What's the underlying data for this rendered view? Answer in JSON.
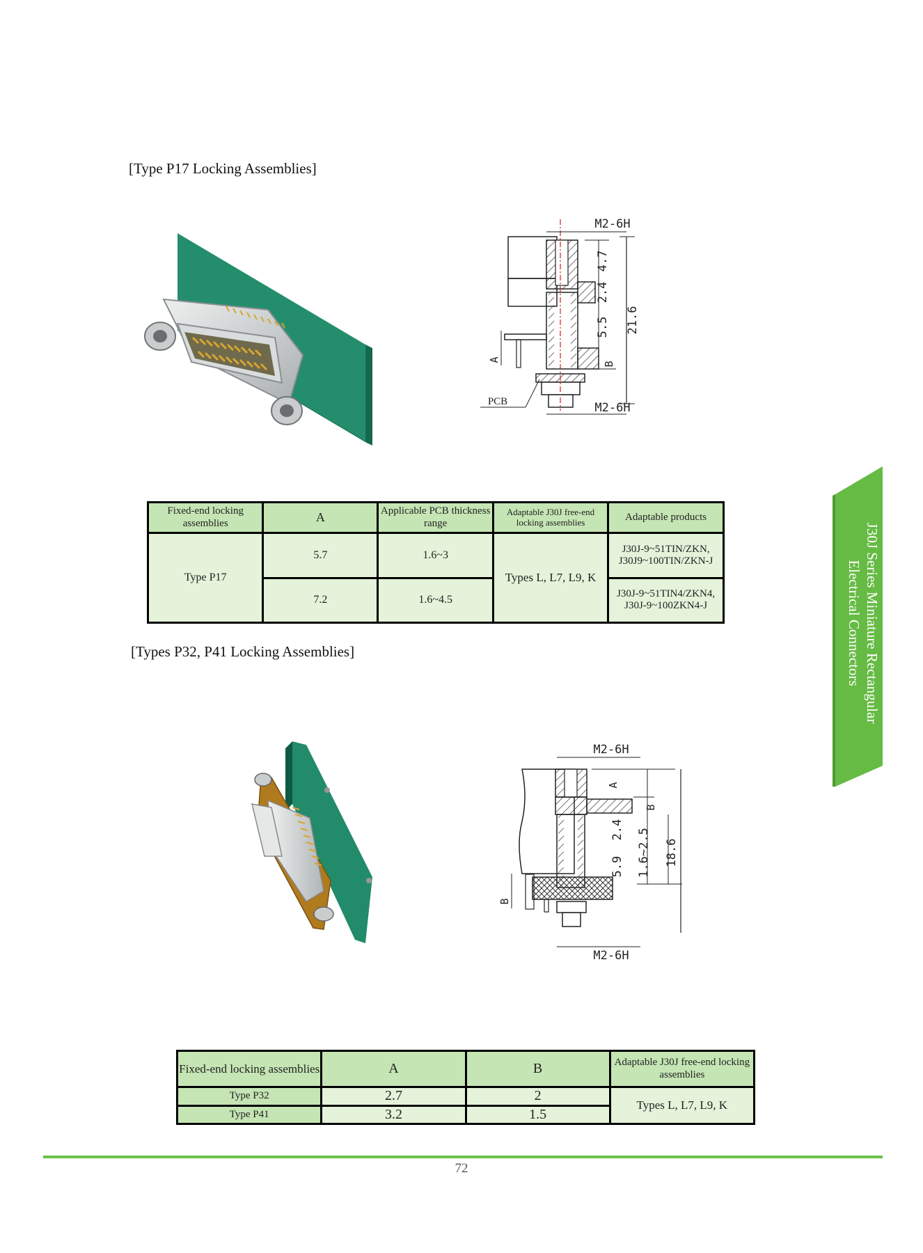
{
  "headings": {
    "p17": "[Type P17 Locking Assemblies]",
    "p32_p41": "[Types P32, P41 Locking Assemblies]"
  },
  "drawing_p17": {
    "thread_top": "M2-6H",
    "thread_bottom": "M2-6H",
    "dim_1": "4.7",
    "dim_2": "2.4",
    "dim_3": "5.5",
    "dim_total": "21.6",
    "label_a": "A",
    "label_b": "B",
    "label_pcb": "PCB"
  },
  "drawing_p32": {
    "thread_top": "M2-6H",
    "thread_bottom": "M2-6H",
    "label_a": "A",
    "label_b": "B",
    "dim_1": "2.4",
    "dim_2": "5.9",
    "dim_3": "1.6~2.5",
    "dim_total": "18.6",
    "label_b_left": "B"
  },
  "table_p17": {
    "headers": [
      "Fixed-end locking assemblies",
      "A",
      "Applicable PCB thickness range",
      "Adaptable J30J free-end locking assemblies",
      "Adaptable products"
    ],
    "type": "Type P17",
    "rows": [
      {
        "a": "5.7",
        "pcb": "1.6~3",
        "products": "J30J-9~51TIN/ZKN, J30J9~100TIN/ZKN-J"
      },
      {
        "a": "7.2",
        "pcb": "1.6~4.5",
        "products": "J30J-9~51TIN4/ZKN4, J30J-9~100ZKN4-J"
      }
    ],
    "free_end": "Types L, L7, L9, K"
  },
  "table_p32": {
    "headers": [
      "Fixed-end locking assemblies",
      "A",
      "B",
      "Adaptable J30J free-end locking assemblies"
    ],
    "rows": [
      {
        "type": "Type P32",
        "a": "2.7",
        "b": "2"
      },
      {
        "type": "Type P41",
        "a": "3.2",
        "b": "1.5"
      }
    ],
    "free_end": "Types L, L7, L9, K"
  },
  "side_tab": {
    "text": "J30J Series Miniature Rectangular Electrical Connectors"
  },
  "footer": {
    "page_number": "72"
  },
  "colors": {
    "accent_green": "#6cc04a",
    "table_header": "#c5e5b4",
    "table_body": "#e4f3d9",
    "pcb_green": "#1f8a6a"
  }
}
